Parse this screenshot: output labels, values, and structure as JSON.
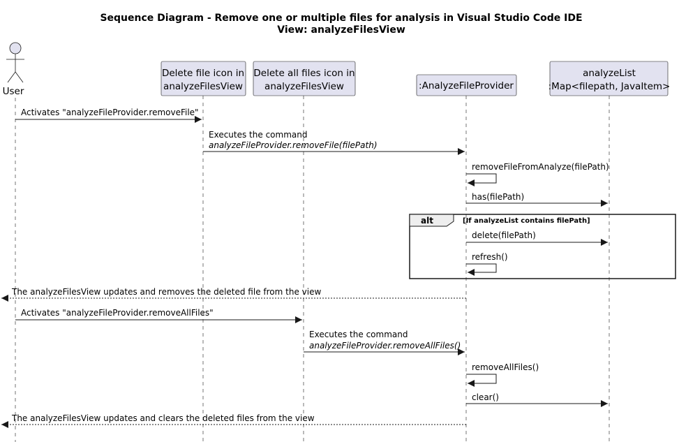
{
  "diagram": {
    "title": "Sequence Diagram - Remove one or multiple files for analysis in Visual Studio Code IDE",
    "subtitle": "View: analyzeFilesView",
    "participants": [
      {
        "id": "user",
        "kind": "actor",
        "lines": [
          "User"
        ]
      },
      {
        "id": "deleteFile",
        "kind": "box",
        "lines": [
          "Delete file icon in",
          "analyzeFilesView"
        ]
      },
      {
        "id": "deleteAll",
        "kind": "box",
        "lines": [
          "Delete all files icon in",
          "analyzeFilesView"
        ]
      },
      {
        "id": "provider",
        "kind": "box",
        "lines": [
          ":AnalyzeFileProvider"
        ]
      },
      {
        "id": "list",
        "kind": "box",
        "lines": [
          "analyzeList",
          ":Map<filepath, JavaItem>"
        ]
      }
    ],
    "messages": [
      {
        "from": "user",
        "to": "deleteFile",
        "lines": [
          "Activates \"analyzeFileProvider.removeFile\""
        ],
        "style": "sync"
      },
      {
        "from": "deleteFile",
        "to": "provider",
        "lines": [
          "Executes the command",
          "analyzeFileProvider.removeFile(filePath)"
        ],
        "italic_lines": [
          1
        ],
        "style": "sync"
      },
      {
        "from": "provider",
        "to": "provider",
        "lines": [
          "removeFileFromAnalyze(filePath)"
        ],
        "style": "self"
      },
      {
        "from": "provider",
        "to": "list",
        "lines": [
          "has(filePath)"
        ],
        "style": "sync"
      },
      {
        "from": "provider",
        "to": "list",
        "lines": [
          "delete(filePath)"
        ],
        "style": "sync",
        "in_alt": true
      },
      {
        "from": "provider",
        "to": "provider",
        "lines": [
          "refresh()"
        ],
        "style": "self",
        "in_alt": true
      },
      {
        "from": "provider",
        "to": "user",
        "lines": [
          "The analyzeFilesView updates and removes the deleted file from the view"
        ],
        "style": "return"
      },
      {
        "from": "user",
        "to": "deleteAll",
        "lines": [
          "Activates \"analyzeFileProvider.removeAllFiles\""
        ],
        "style": "sync"
      },
      {
        "from": "deleteAll",
        "to": "provider",
        "lines": [
          "Executes the command",
          "analyzeFileProvider.removeAllFiles()"
        ],
        "italic_lines": [
          1
        ],
        "style": "sync"
      },
      {
        "from": "provider",
        "to": "provider",
        "lines": [
          "removeAllFiles()"
        ],
        "style": "self"
      },
      {
        "from": "provider",
        "to": "list",
        "lines": [
          "clear()"
        ],
        "style": "sync"
      },
      {
        "from": "provider",
        "to": "user",
        "lines": [
          "The analyzeFilesView updates and clears the deleted files from the view"
        ],
        "style": "return"
      }
    ],
    "alt_fragment": {
      "keyword": "alt",
      "guard": "[If analyzeList contains filePath]"
    },
    "colors": {
      "participant_fill": "#E2E2F0",
      "stroke": "#181818",
      "background": "#FFFFFF"
    }
  }
}
